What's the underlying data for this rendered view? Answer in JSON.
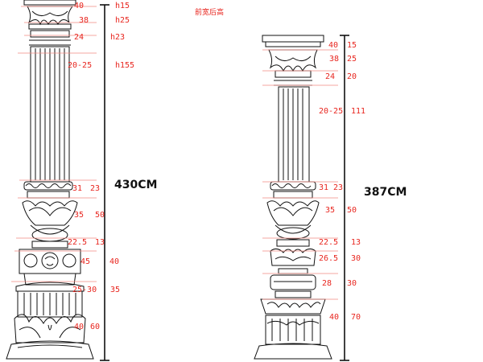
{
  "header": {
    "label": "前宽后高"
  },
  "columns": [
    {
      "total": "430CM",
      "labels": [
        "40",
        "h15",
        "38",
        "h25",
        "24",
        "h23",
        "20-25",
        "h155",
        "31",
        "23",
        "35",
        "50",
        "22.5",
        "13",
        "45",
        "40",
        "25-30",
        "35",
        "40",
        "60"
      ]
    },
    {
      "total": "387CM",
      "labels": [
        "40",
        "15",
        "38",
        "25",
        "24",
        "20",
        "20-25",
        "111",
        "31",
        "23",
        "35",
        "50",
        "22.5",
        "13",
        "26.5",
        "30",
        "28",
        "30",
        "40",
        "70"
      ]
    }
  ],
  "colors": {
    "dimension": "#e8261f",
    "line": "#111111",
    "guide": "#f08a80"
  }
}
